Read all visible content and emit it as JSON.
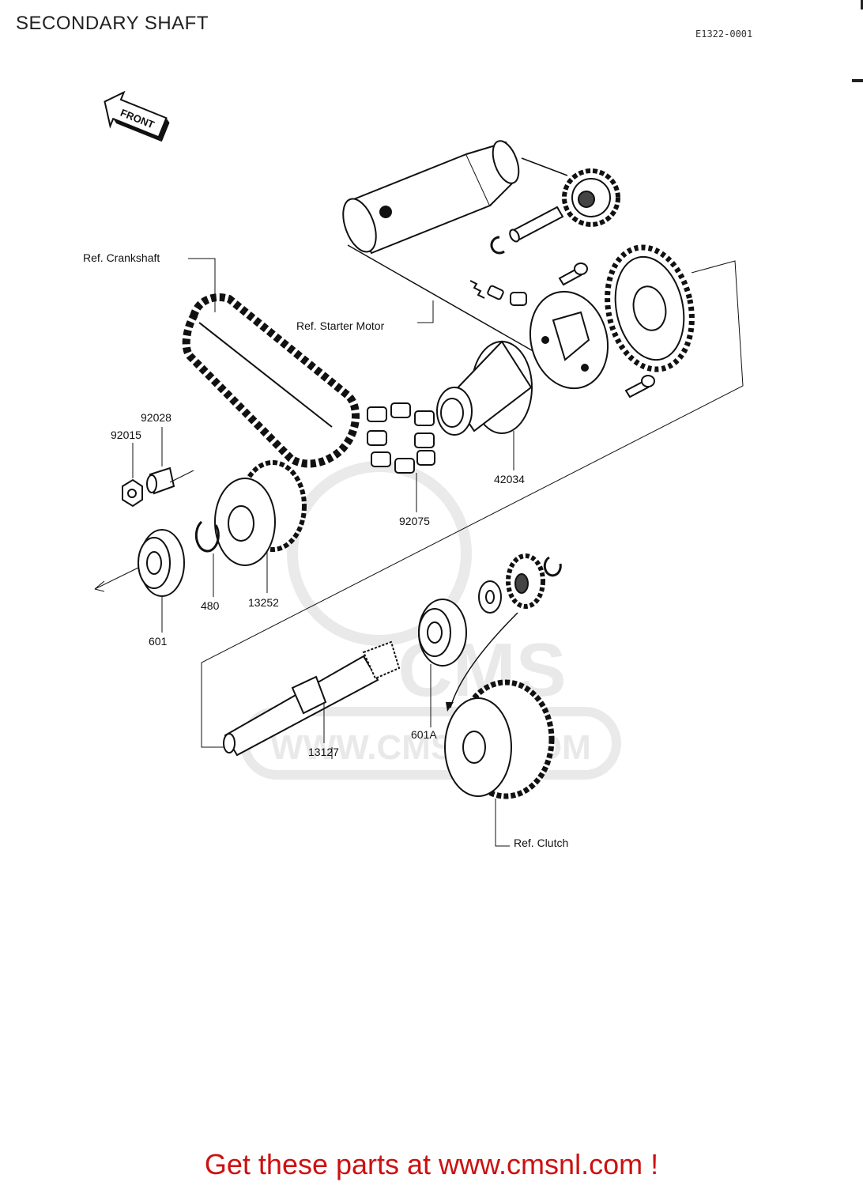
{
  "header": {
    "title": "SECONDARY SHAFT",
    "diagram_code": "E1322-0001"
  },
  "diagram": {
    "front_label": "FRONT",
    "ref_labels": {
      "crankshaft": "Ref.  Crankshaft",
      "starter_motor": "Ref.  Starter Motor",
      "clutch": "Ref.  Clutch"
    },
    "watermark": "WWW.CMSNL.COM",
    "parts": {
      "p92028": "92028",
      "p92015": "92015",
      "p42034": "42034",
      "p92075": "92075",
      "p13252": "13252",
      "p480": "480",
      "p601": "601",
      "p601A": "601A",
      "p13127": "13127"
    }
  },
  "footer": {
    "cta": "Get these parts at www.cmsnl.com !"
  }
}
